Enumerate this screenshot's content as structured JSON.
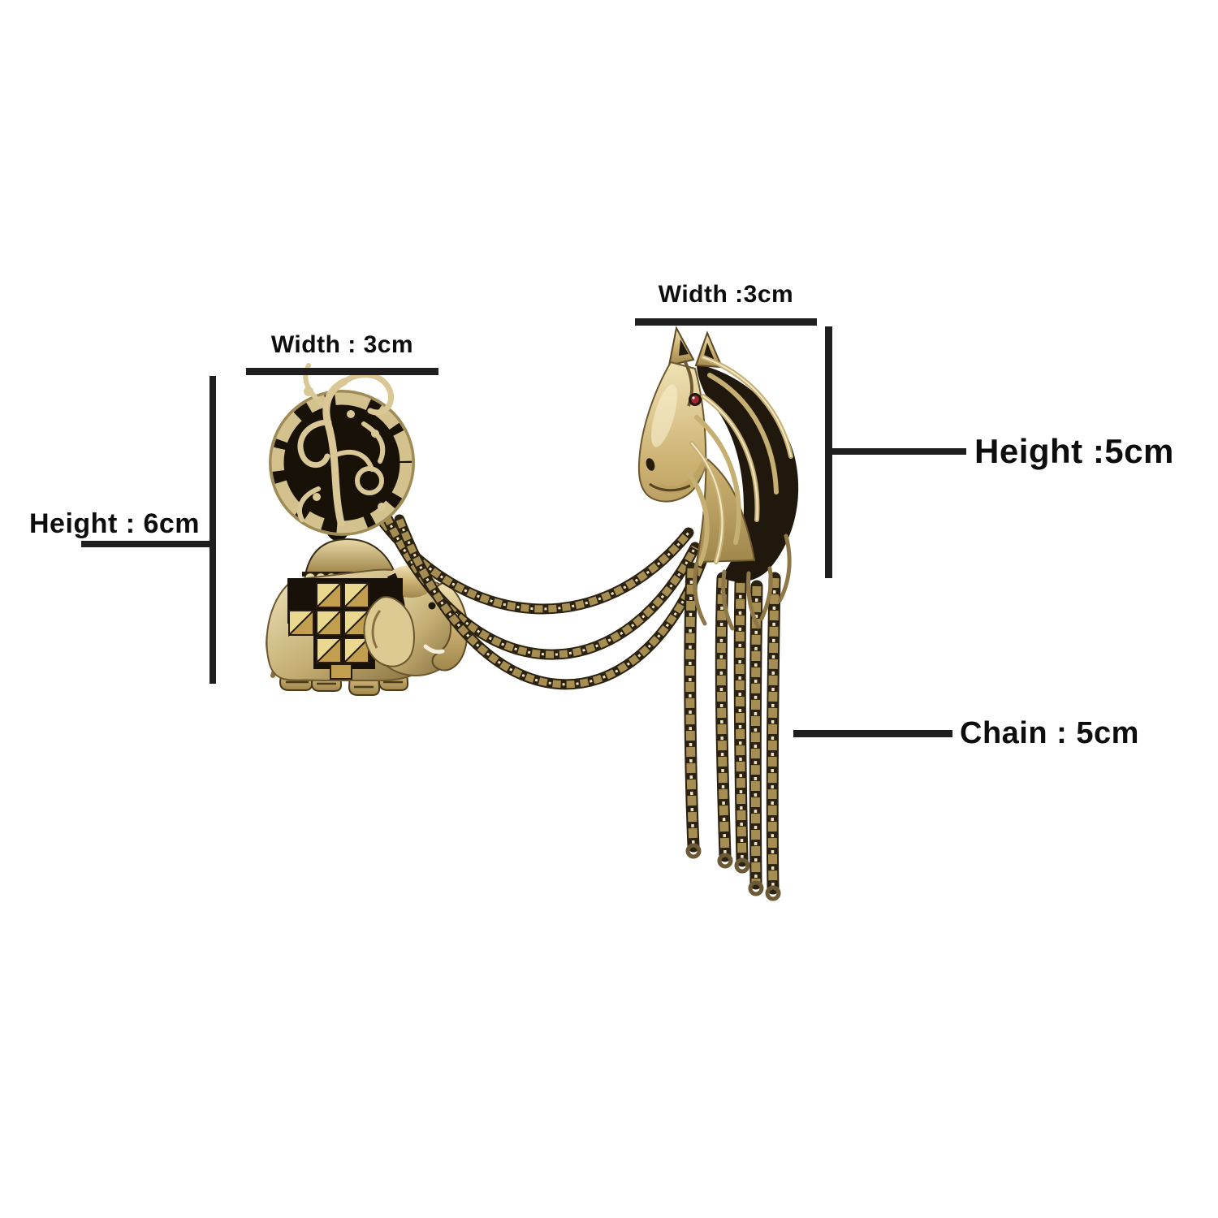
{
  "product": {
    "name": "antique-gold horse & elephant chain brooch product photo",
    "colors": {
      "background": "#ffffff",
      "annotation_black": "#1f1f1f",
      "metal_light": "#ecdfb2",
      "metal_mid": "#bda567",
      "metal_dark": "#7d6638",
      "metal_shadow": "#241a0e",
      "chain_gold": "#a68d52",
      "eye_red": "#a12430"
    }
  },
  "annotations": {
    "horse_width": "Width :3cm",
    "disc_width": "Width : 3cm",
    "pendant_height": "Height : 6cm",
    "horse_height": "Height :5cm",
    "chain_length": "Chain : 5cm"
  }
}
